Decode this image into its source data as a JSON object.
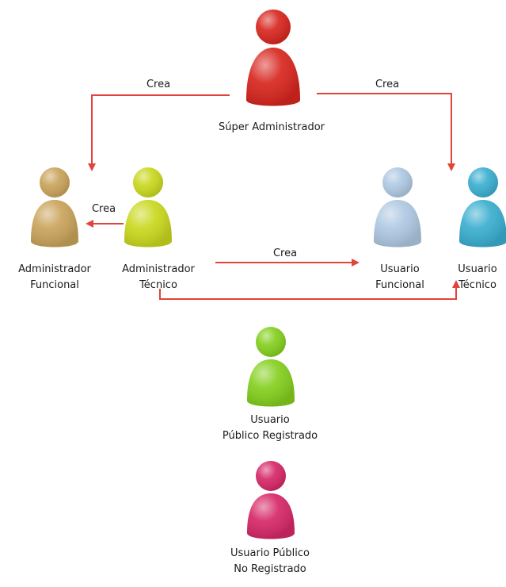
{
  "colors": {
    "arrow": "#e0443a",
    "super_admin": "#d8261f",
    "admin_funcional": "#c9a35a",
    "admin_tecnico": "#c9d81e",
    "usuario_funcional": "#aec8e2",
    "usuario_tecnico": "#3aaed0",
    "publico_registrado": "#84cf1e",
    "publico_no_registrado": "#d62867"
  },
  "roles": {
    "super_admin": {
      "icon": "person-icon",
      "lines": [
        "Súper Administrador"
      ]
    },
    "admin_funcional": {
      "icon": "person-icon",
      "lines": [
        "Administrador",
        "Funcional"
      ]
    },
    "admin_tecnico": {
      "icon": "person-icon",
      "lines": [
        "Administrador",
        "Técnico"
      ]
    },
    "usuario_funcional": {
      "icon": "person-icon",
      "lines": [
        "Usuario",
        "Funcional"
      ]
    },
    "usuario_tecnico": {
      "icon": "person-icon",
      "lines": [
        "Usuario",
        "Técnico"
      ]
    },
    "publico_registrado": {
      "icon": "person-icon",
      "lines": [
        "Usuario",
        "Público Registrado"
      ]
    },
    "publico_no_registrado": {
      "icon": "person-icon",
      "lines": [
        "Usuario Público",
        "No Registrado"
      ]
    }
  },
  "relations": {
    "super_to_admin_funcional": "Crea",
    "super_to_usuario_tecnico": "Crea",
    "tecnico_to_admin_funcional": "Crea",
    "tecnico_to_usuario_funcional": "Crea"
  }
}
